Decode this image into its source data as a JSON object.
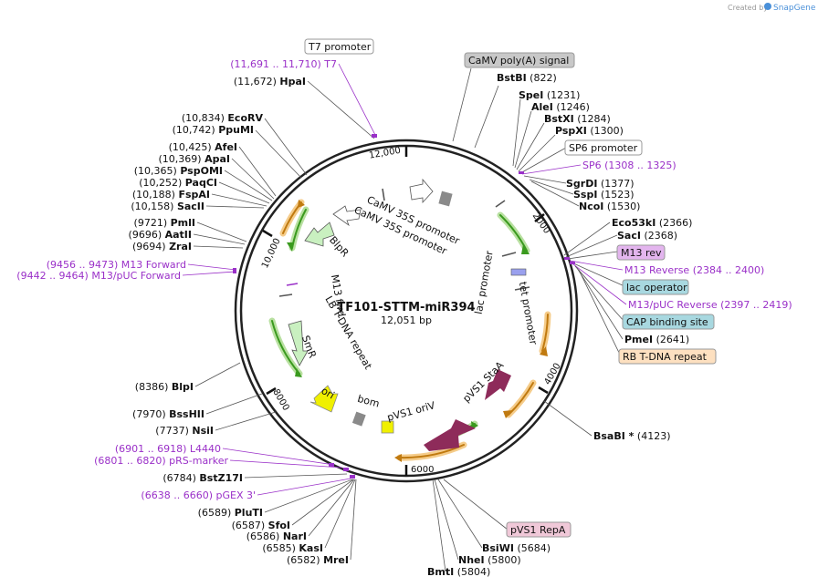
{
  "app": {
    "created_by": "Created by",
    "brand": "SnapGene"
  },
  "map": {
    "name": "TF101-STTM-miR394",
    "length": "12,051 bp"
  },
  "ticks": [
    "2000",
    "4000",
    "6000",
    "8000",
    "10,000",
    "12,000"
  ],
  "boxed_labels": {
    "t7_promoter": "T7 promoter",
    "camv_polya": "CaMV poly(A) signal",
    "sp6_promoter": "SP6 promoter",
    "m13_rev": "M13 rev",
    "lac_operator": "lac operator",
    "cap_binding": "CAP binding site",
    "rb_tdna": "RB T-DNA repeat",
    "pvs1_repa": "pVS1 RepA"
  },
  "left_sites": [
    {
      "pos": "(11,691 .. 11,710)",
      "name": "T7",
      "primer": true
    },
    {
      "pos": "(11,672)",
      "name": "HpaI"
    },
    {
      "pos": "(10,834)",
      "name": "EcoRV"
    },
    {
      "pos": "(10,742)",
      "name": "PpuMI"
    },
    {
      "pos": "(10,425)",
      "name": "AfeI"
    },
    {
      "pos": "(10,369)",
      "name": "ApaI"
    },
    {
      "pos": "(10,365)",
      "name": "PspOMI"
    },
    {
      "pos": "(10,252)",
      "name": "PaqCI"
    },
    {
      "pos": "(10,188)",
      "name": "FspAI"
    },
    {
      "pos": "(10,158)",
      "name": "SacII"
    },
    {
      "pos": "(9721)",
      "name": "PmlI"
    },
    {
      "pos": "(9696)",
      "name": "AatII"
    },
    {
      "pos": "(9694)",
      "name": "ZraI"
    },
    {
      "pos": "(9456 .. 9473)",
      "name": "M13 Forward",
      "primer": true
    },
    {
      "pos": "(9442 .. 9464)",
      "name": "M13/pUC Forward",
      "primer": true
    },
    {
      "pos": "(8386)",
      "name": "BlpI"
    },
    {
      "pos": "(7970)",
      "name": "BssHII"
    },
    {
      "pos": "(7737)",
      "name": "NsiI"
    },
    {
      "pos": "(6901 .. 6918)",
      "name": "L4440",
      "primer": true
    },
    {
      "pos": "(6801 .. 6820)",
      "name": "pRS-marker",
      "primer": true
    },
    {
      "pos": "(6784)",
      "name": "BstZ17I"
    },
    {
      "pos": "(6638 .. 6660)",
      "name": "pGEX 3'",
      "primer": true
    },
    {
      "pos": "(6589)",
      "name": "PluTI"
    },
    {
      "pos": "(6587)",
      "name": "SfoI"
    },
    {
      "pos": "(6586)",
      "name": "NarI"
    },
    {
      "pos": "(6585)",
      "name": "KasI"
    },
    {
      "pos": "(6582)",
      "name": "MreI"
    }
  ],
  "right_sites": [
    {
      "name": "BstBI",
      "pos": "(822)"
    },
    {
      "name": "SpeI",
      "pos": "(1231)"
    },
    {
      "name": "AleI",
      "pos": "(1246)"
    },
    {
      "name": "BstXI",
      "pos": "(1284)"
    },
    {
      "name": "PspXI",
      "pos": "(1300)"
    },
    {
      "name": "SP6",
      "pos": "(1308 .. 1325)",
      "primer": true
    },
    {
      "name": "SgrDI",
      "pos": "(1377)"
    },
    {
      "name": "SspI",
      "pos": "(1523)"
    },
    {
      "name": "NcoI",
      "pos": "(1530)"
    },
    {
      "name": "Eco53kI",
      "pos": "(2366)"
    },
    {
      "name": "SacI",
      "pos": "(2368)"
    },
    {
      "name": "M13 Reverse",
      "pos": "(2384 .. 2400)",
      "primer": true
    },
    {
      "name": "M13/pUC Reverse",
      "pos": "(2397 .. 2419)",
      "primer": true
    },
    {
      "name": "PmeI",
      "pos": "(2641)"
    },
    {
      "name": "BsaBI *",
      "pos": "(4123)"
    },
    {
      "name": "BsiWI",
      "pos": "(5684)"
    },
    {
      "name": "NheI",
      "pos": "(5800)"
    },
    {
      "name": "BmtI",
      "pos": "(5804)"
    }
  ],
  "inner_features": {
    "camv1": "CaMV 35S promoter",
    "camv2": "CaMV 35S promoter",
    "blpr": "BlpR",
    "m13fwd": "M13 fwd",
    "lb": "LB T-DNA repeat",
    "smr": "SmR",
    "ori": "ori",
    "bom": "bom",
    "oriv": "pVS1 oriV",
    "stab": "pVS1 StaA",
    "tet": "tet promoter",
    "lac": "lac promoter"
  },
  "colors": {
    "backbone": "#222222",
    "primer": "#9a30c8",
    "orf_green": "#3a9a1e",
    "orf_orange": "#c07a10",
    "pvs1": "#8e2b5a",
    "ori": "#f0f000",
    "camv_box": "#c8c8c8",
    "m13rev_box": "#e3b5ee",
    "lac_box": "#a8d8e0",
    "rb_box": "#fde0c0",
    "repa_box": "#f0c8d8"
  }
}
